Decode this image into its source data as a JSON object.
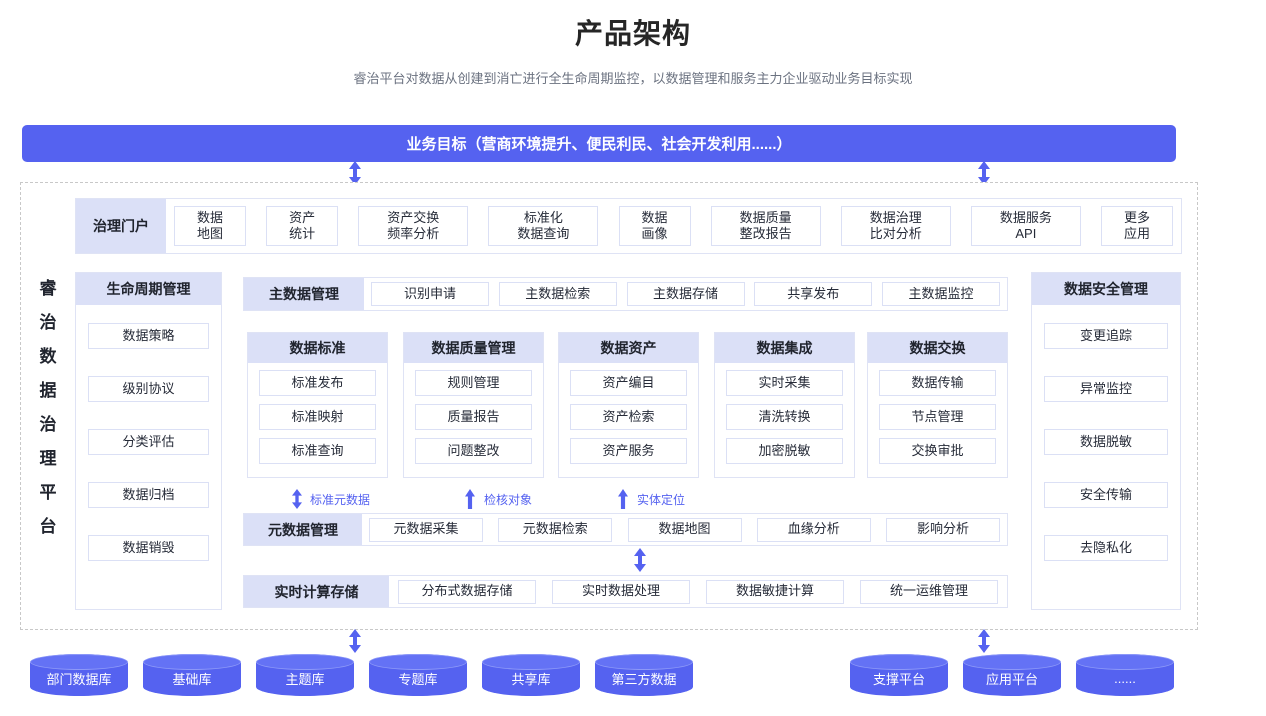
{
  "header": {
    "title": "产品架构",
    "subtitle": "睿治平台对数据从创建到消亡进行全生命周期监控，以数据管理和服务主力企业驱动业务目标实现"
  },
  "colors": {
    "accent": "#5562f0",
    "head_bg": "#dbe0f7",
    "chip_border": "#dbe0f5",
    "text": "#262b38",
    "subtitle": "#6b7280",
    "dashed_border": "#c8c8c8"
  },
  "goal_banner": {
    "label": "业务目标（营商环境提升、便民利民、社会开发利用......）"
  },
  "platform_label": "睿治数据治理平台",
  "portal_row": {
    "label": "治理门户",
    "items": [
      "数据\n地图",
      "资产\n统计",
      "资产交换\n频率分析",
      "标准化\n数据查询",
      "数据\n画像",
      "数据质量\n整改报告",
      "数据治理\n比对分析",
      "数据服务\nAPI",
      "更多\n应用"
    ]
  },
  "lifecycle": {
    "title": "生命周期管理",
    "items": [
      "数据策略",
      "级别协议",
      "分类评估",
      "数据归档",
      "数据销毁"
    ]
  },
  "security": {
    "title": "数据安全管理",
    "items": [
      "变更追踪",
      "异常监控",
      "数据脱敏",
      "安全传输",
      "去隐私化"
    ]
  },
  "master_row": {
    "label": "主数据管理",
    "items": [
      "识别申请",
      "主数据检索",
      "主数据存储",
      "共享发布",
      "主数据监控"
    ]
  },
  "mid_columns": [
    {
      "title": "数据标准",
      "items": [
        "标准发布",
        "标准映射",
        "标准查询"
      ]
    },
    {
      "title": "数据质量管理",
      "items": [
        "规则管理",
        "质量报告",
        "问题整改"
      ]
    },
    {
      "title": "数据资产",
      "items": [
        "资产编目",
        "资产检索",
        "资产服务"
      ]
    },
    {
      "title": "数据集成",
      "items": [
        "实时采集",
        "清洗转换",
        "加密脱敏"
      ]
    },
    {
      "title": "数据交换",
      "items": [
        "数据传输",
        "节点管理",
        "交换审批"
      ]
    }
  ],
  "flow_labels": [
    {
      "text": "标准元数据",
      "arrow": "double"
    },
    {
      "text": "检核对象",
      "arrow": "up"
    },
    {
      "text": "实体定位",
      "arrow": "up"
    }
  ],
  "meta_row": {
    "label": "元数据管理",
    "items": [
      "元数据采集",
      "元数据检索",
      "数据地图",
      "血缘分析",
      "影响分析"
    ]
  },
  "realtime_row": {
    "label": "实时计算存储",
    "items": [
      "分布式数据存储",
      "实时数据处理",
      "数据敏捷计算",
      "统一运维管理"
    ]
  },
  "databases_left": [
    "部门数据库",
    "基础库",
    "主题库",
    "专题库",
    "共享库",
    "第三方数据"
  ],
  "databases_right": [
    "支撑平台",
    "应用平台",
    "......"
  ]
}
